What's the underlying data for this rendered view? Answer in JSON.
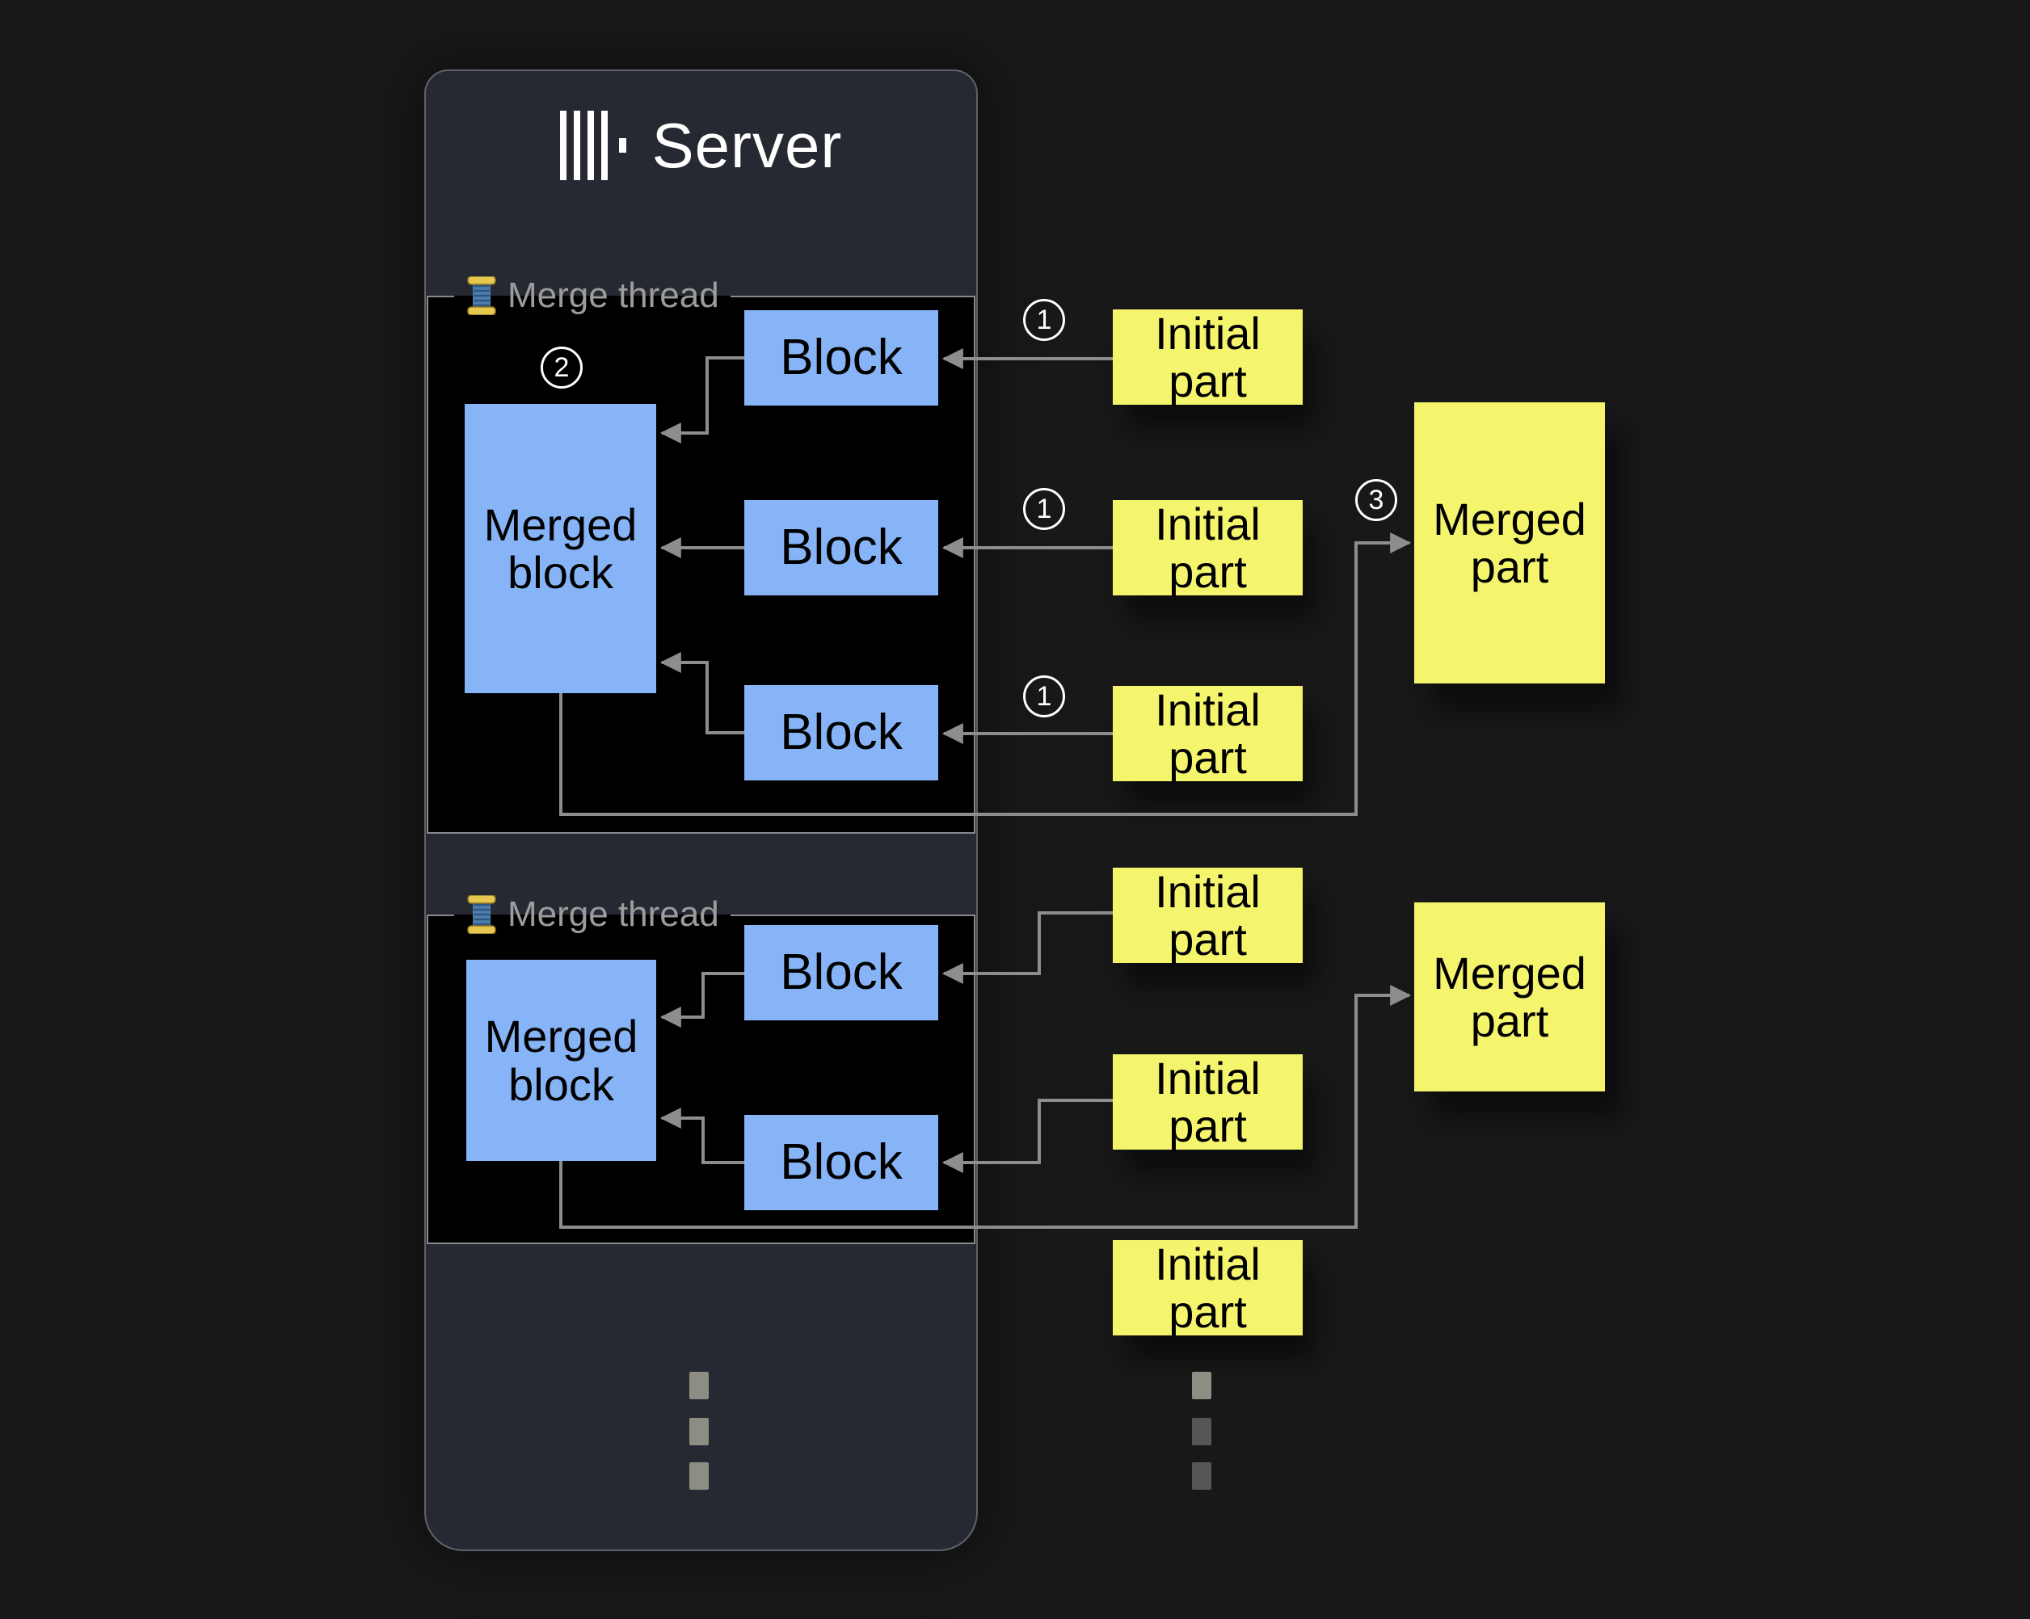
{
  "colors": {
    "pageBg": "#181818",
    "panelBg": "#262932",
    "panelBorder": "#5f626a",
    "threadBg": "#000000",
    "threadBorder": "#87898d",
    "blockBlue": "#87b4f7",
    "partYellow": "#f5f56d",
    "arrowGray": "#8d8d8d",
    "labelGray": "#9c9c9c",
    "badgeWhite": "#ffffff",
    "dotLight": "#8d8d84",
    "dotDark": "#565656"
  },
  "server": {
    "title": "Server",
    "logo_icon": "clickhouse-bars-logo"
  },
  "threads": [
    {
      "label": "Merge thread",
      "icon": "thread-spool-icon",
      "step_badge": "2",
      "merged_block_label": "Merged block",
      "blocks": [
        {
          "label": "Block"
        },
        {
          "label": "Block"
        },
        {
          "label": "Block"
        }
      ]
    },
    {
      "label": "Merge thread",
      "icon": "thread-spool-icon",
      "merged_block_label": "Merged block",
      "blocks": [
        {
          "label": "Block"
        },
        {
          "label": "Block"
        }
      ]
    }
  ],
  "initial_parts_top": [
    {
      "badge": "1",
      "label": "Initial part"
    },
    {
      "badge": "1",
      "label": "Initial part"
    },
    {
      "badge": "1",
      "label": "Initial part"
    }
  ],
  "initial_parts_bottom": [
    {
      "label": "Initial part"
    },
    {
      "label": "Initial part"
    },
    {
      "label": "Initial part"
    }
  ],
  "merged_parts": [
    {
      "badge": "3",
      "label": "Merged part"
    },
    {
      "label": "Merged part"
    }
  ]
}
